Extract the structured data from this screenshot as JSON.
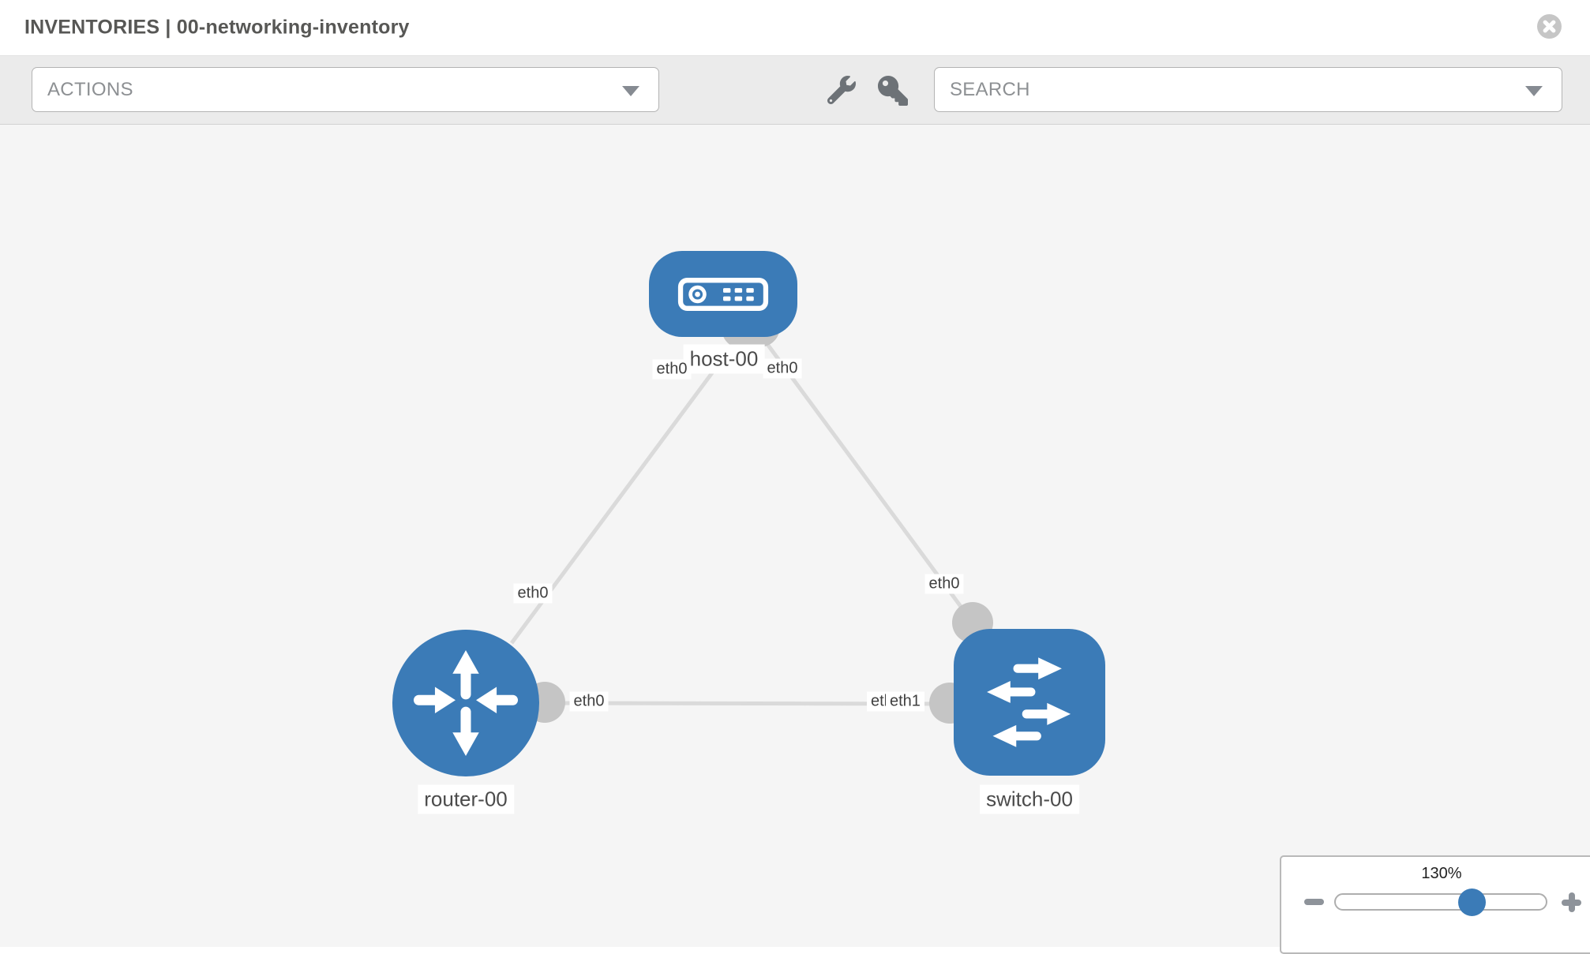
{
  "header": {
    "title": "INVENTORIES | 00-networking-inventory",
    "close_icon": "close"
  },
  "toolbar": {
    "actions_label": "ACTIONS",
    "search_label": "SEARCH",
    "icons": [
      "wrench-icon",
      "key-icon"
    ]
  },
  "topology": {
    "nodes": [
      {
        "label": "host-00",
        "type": "host",
        "icon": "server-icon"
      },
      {
        "label": "router-00",
        "type": "router",
        "icon": "router-arrows-icon"
      },
      {
        "label": "switch-00",
        "type": "switch",
        "icon": "switch-arrows-icon"
      }
    ],
    "edges": [
      {
        "from": "host-00",
        "to": "router-00",
        "from_label": "eth0",
        "to_label": "eth0"
      },
      {
        "from": "host-00",
        "to": "switch-00",
        "from_label": "eth0",
        "to_label": "eth0"
      },
      {
        "from": "router-00",
        "to": "switch-00",
        "from_label": "eth0",
        "to_label": "eth1"
      }
    ],
    "labels": {
      "host_left": "eth0",
      "host_right": "eth0",
      "edge_left_mid": "eth0",
      "edge_right_mid": "eth0",
      "router_side": "eth0",
      "switch_back": "eth0",
      "switch_front": "eth1"
    }
  },
  "zoom_control": {
    "value": "130%",
    "minus": "−",
    "plus": "+"
  },
  "colors": {
    "node_blue": "#3b7bb7",
    "edge_gray": "#dadada",
    "port_gray": "#c5c5c5",
    "canvas_bg": "#f5f5f5",
    "toolbar_bg": "#ebebeb"
  }
}
